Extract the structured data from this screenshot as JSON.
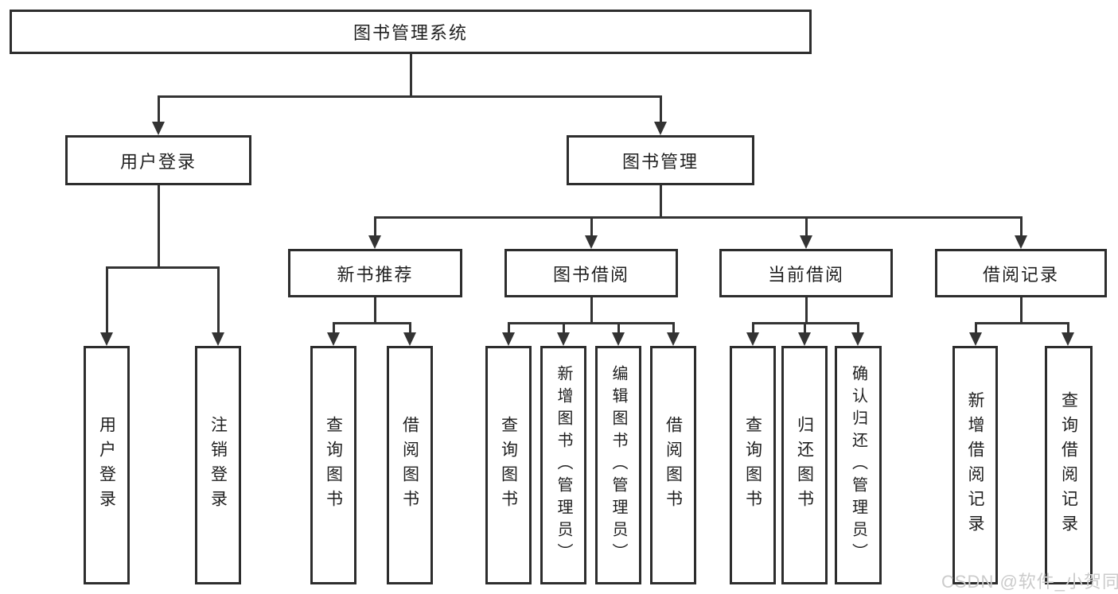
{
  "tree": {
    "label": "图书管理系统",
    "children": [
      {
        "label": "用户登录",
        "children": [
          {
            "label": "用户登录"
          },
          {
            "label": "注销登录"
          }
        ]
      },
      {
        "label": "图书管理",
        "children": [
          {
            "label": "新书推荐",
            "children": [
              {
                "label": "查询图书"
              },
              {
                "label": "借阅图书"
              }
            ]
          },
          {
            "label": "图书借阅",
            "children": [
              {
                "label": "查询图书"
              },
              {
                "label": "新增图书（管理员）"
              },
              {
                "label": "编辑图书（管理员）"
              },
              {
                "label": "借阅图书"
              }
            ]
          },
          {
            "label": "当前借阅",
            "children": [
              {
                "label": "查询图书"
              },
              {
                "label": "归还图书"
              },
              {
                "label": "确认归还（管理员）"
              }
            ]
          },
          {
            "label": "借阅记录",
            "children": [
              {
                "label": "新增借阅记录"
              },
              {
                "label": "查询借阅记录"
              }
            ]
          }
        ]
      }
    ]
  },
  "watermark": "CSDN @软件_小贺同学",
  "colors": {
    "line": "#333333",
    "box_border": "#2d2d2d",
    "text": "#1f1f1f",
    "watermark": "#cbcbcb",
    "background": "#ffffff"
  }
}
